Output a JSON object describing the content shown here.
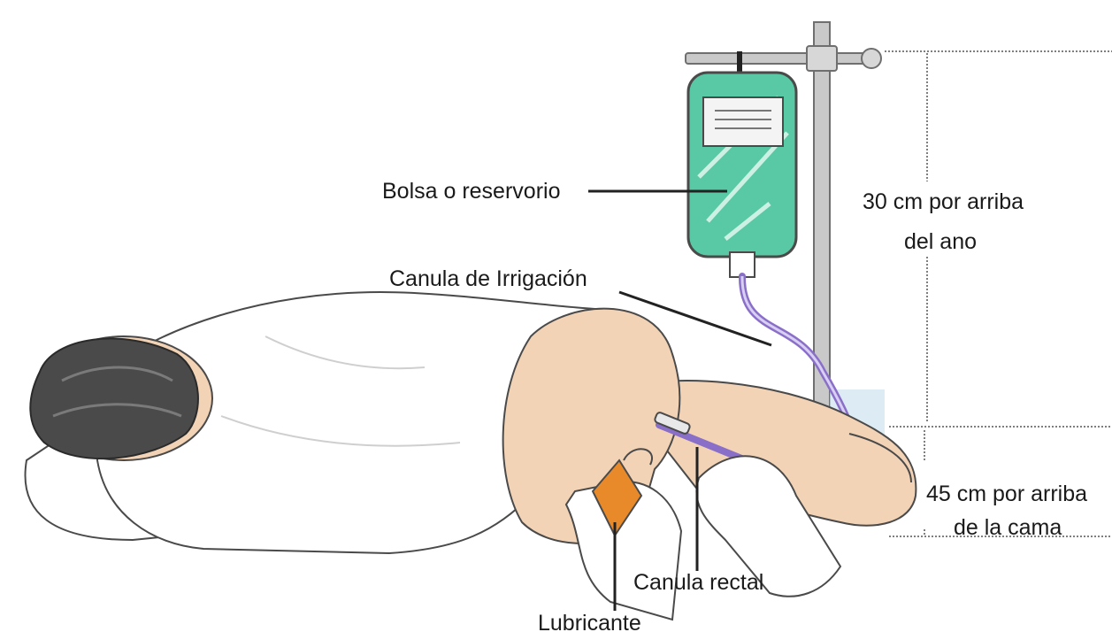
{
  "labels": {
    "bag": "Bolsa o reservorio",
    "irrigation_cannula": "Canula de Irrigación",
    "height_anus_line1": "30 cm por arriba",
    "height_anus_line2": "del ano",
    "height_bed_line1": "45 cm por arriba",
    "height_bed_line2": "de la cama",
    "rectal_cannula": "Canula rectal",
    "lubricant": "Lubricante"
  },
  "colors": {
    "bag": "#58c9a4",
    "tube": "#8a6fc9",
    "skin": "#f3d3b6",
    "hair": "#4a4a4a",
    "sheet": "#ffffff",
    "lubricant": "#e98a2a",
    "pole": "#c9c9c9"
  }
}
